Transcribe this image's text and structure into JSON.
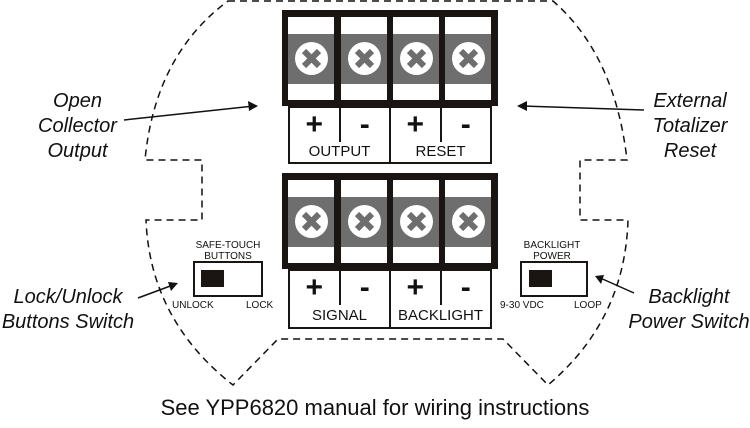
{
  "diagram": {
    "callouts": {
      "open_collector": [
        "Open",
        "Collector",
        "Output"
      ],
      "external_totalizer": [
        "External",
        "Totalizer",
        "Reset"
      ],
      "lock_unlock": [
        "Lock/Unlock",
        "Buttons Switch"
      ],
      "backlight_power": [
        "Backlight",
        "Power Switch"
      ]
    },
    "top_block": {
      "signs": [
        "+",
        "-",
        "+",
        "-"
      ],
      "groups": [
        "OUTPUT",
        "RESET"
      ]
    },
    "bottom_block": {
      "signs": [
        "+",
        "-",
        "+",
        "-"
      ],
      "groups": [
        "SIGNAL",
        "BACKLIGHT"
      ]
    },
    "left_switch": {
      "title": [
        "SAFE-TOUCH",
        "BUTTONS"
      ],
      "left_label": "UNLOCK",
      "right_label": "LOCK",
      "position": "left"
    },
    "right_switch": {
      "title": [
        "BACKLIGHT",
        "POWER"
      ],
      "left_label": "9-30 VDC",
      "right_label": "LOOP",
      "position": "left"
    },
    "footer": "See YPP6820 manual for wiring instructions"
  },
  "colors": {
    "frame": "#1a1512",
    "screw_band": "#6e6e6e",
    "background": "#ffffff"
  }
}
